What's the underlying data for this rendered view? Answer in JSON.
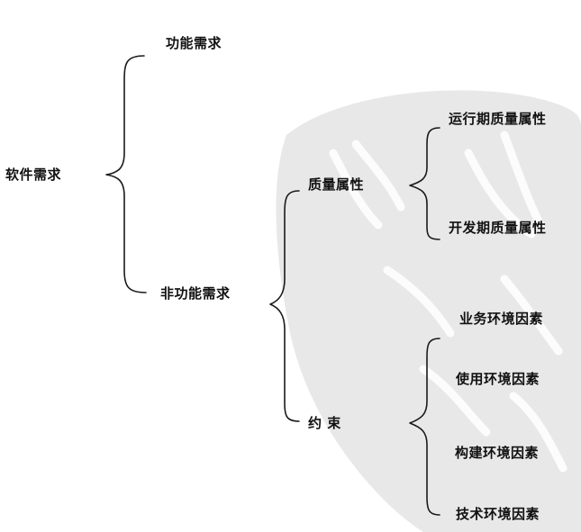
{
  "tree": {
    "root": "软件需求",
    "functional": "功能需求",
    "nonfunctional": "非功能需求",
    "quality": "质量属性",
    "quality_runtime": "运行期质量属性",
    "quality_devtime": "开发期质量属性",
    "constraint": "约 束",
    "constraint_business": "业务环境因素",
    "constraint_usage": "使用环境因素",
    "constraint_build": "构建环境因素",
    "constraint_tech": "技术环境因素"
  },
  "colors": {
    "text": "#111111",
    "line": "#1a1a1a",
    "watermark": "#e6e6e6"
  }
}
